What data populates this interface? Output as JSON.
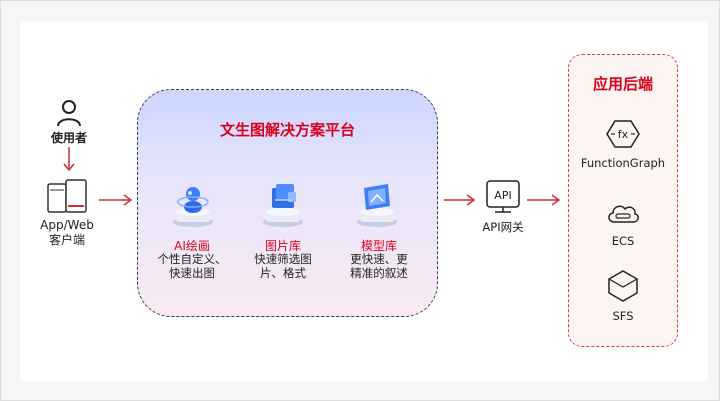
{
  "user": {
    "label": "使用者"
  },
  "client": {
    "line1": "App/Web",
    "line2": "客户端"
  },
  "platform": {
    "title": "文生图解决方案平台",
    "features": [
      {
        "name": "AI绘画",
        "desc1": "个性自定义、",
        "desc2": "快速出图",
        "icon": "ai-painting-icon"
      },
      {
        "name": "图片库",
        "desc1": "快速筛选图",
        "desc2": "片、格式",
        "icon": "image-library-icon"
      },
      {
        "name": "模型库",
        "desc1": "更快速、更",
        "desc2": "精准的叙述",
        "icon": "model-library-icon"
      }
    ]
  },
  "gateway": {
    "label": "API网关",
    "icon_text": "API"
  },
  "backend": {
    "title": "应用后端",
    "services": [
      {
        "label": "FunctionGraph",
        "icon": "functiongraph-icon",
        "icon_text": "fx"
      },
      {
        "label": "ECS",
        "icon": "ecs-icon"
      },
      {
        "label": "SFS",
        "icon": "sfs-icon"
      }
    ]
  },
  "colors": {
    "accent_red": "#d9001b",
    "arrow_red": "#d42a38",
    "platform_border": "#333a64"
  }
}
